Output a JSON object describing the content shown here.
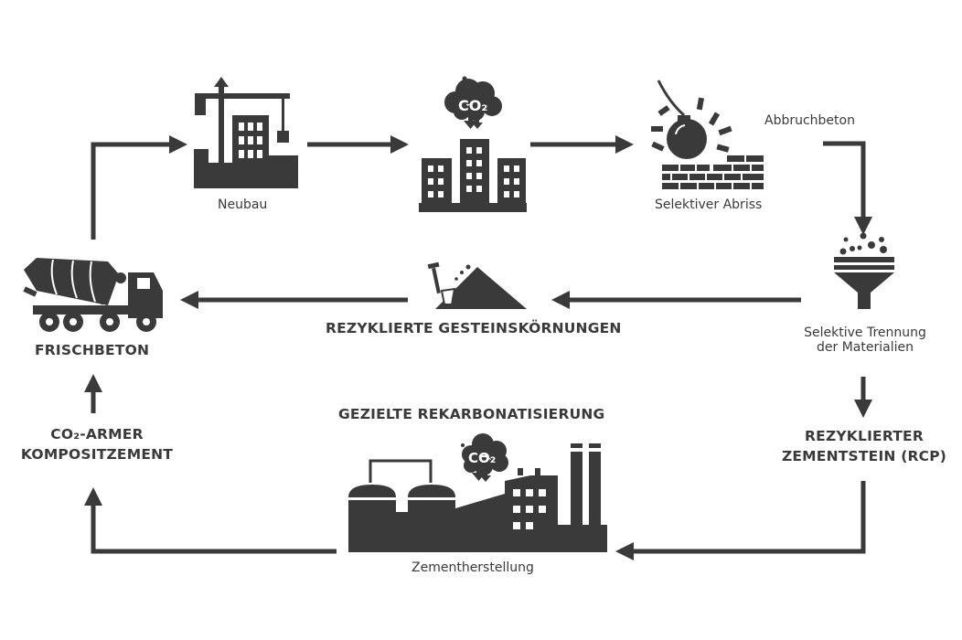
{
  "colors": {
    "ink": "#3a3a3a",
    "background": "#ffffff"
  },
  "labels": {
    "neubau": "Neubau",
    "abbruchbeton": "Abbruchbeton",
    "selektiver_abriss": "Selektiver Abriss",
    "frischbeton": "FRISCHBETON",
    "rezyklierte_gesteinskoernungen": "REZYKLIERTE GESTEINSKÖRNUNGEN",
    "selektive_trennung_line1": "Selektive Trennung",
    "selektive_trennung_line2": "der Materialien",
    "gezielte_rekarbonatisierung": "GEZIELTE REKARBONATISIERUNG",
    "co2_armer_line1": "CO₂-ARMER",
    "co2_armer_line2": "KOMPOSITZEMENT",
    "rcp_line1": "REZYKLIERTER",
    "rcp_line2": "ZEMENTSTEIN (RCP)",
    "zementherstellung": "Zementherstellung",
    "co2_bubble_top": "CO₂",
    "co2_bubble_factory": "CO₂"
  },
  "icons": [
    "construction-crane-building-icon",
    "co2-emitting-buildings-icon",
    "wrecking-ball-demolition-icon",
    "sorting-funnel-icon",
    "aggregate-pile-shovel-icon",
    "concrete-mixer-truck-icon",
    "cement-factory-icon"
  ]
}
